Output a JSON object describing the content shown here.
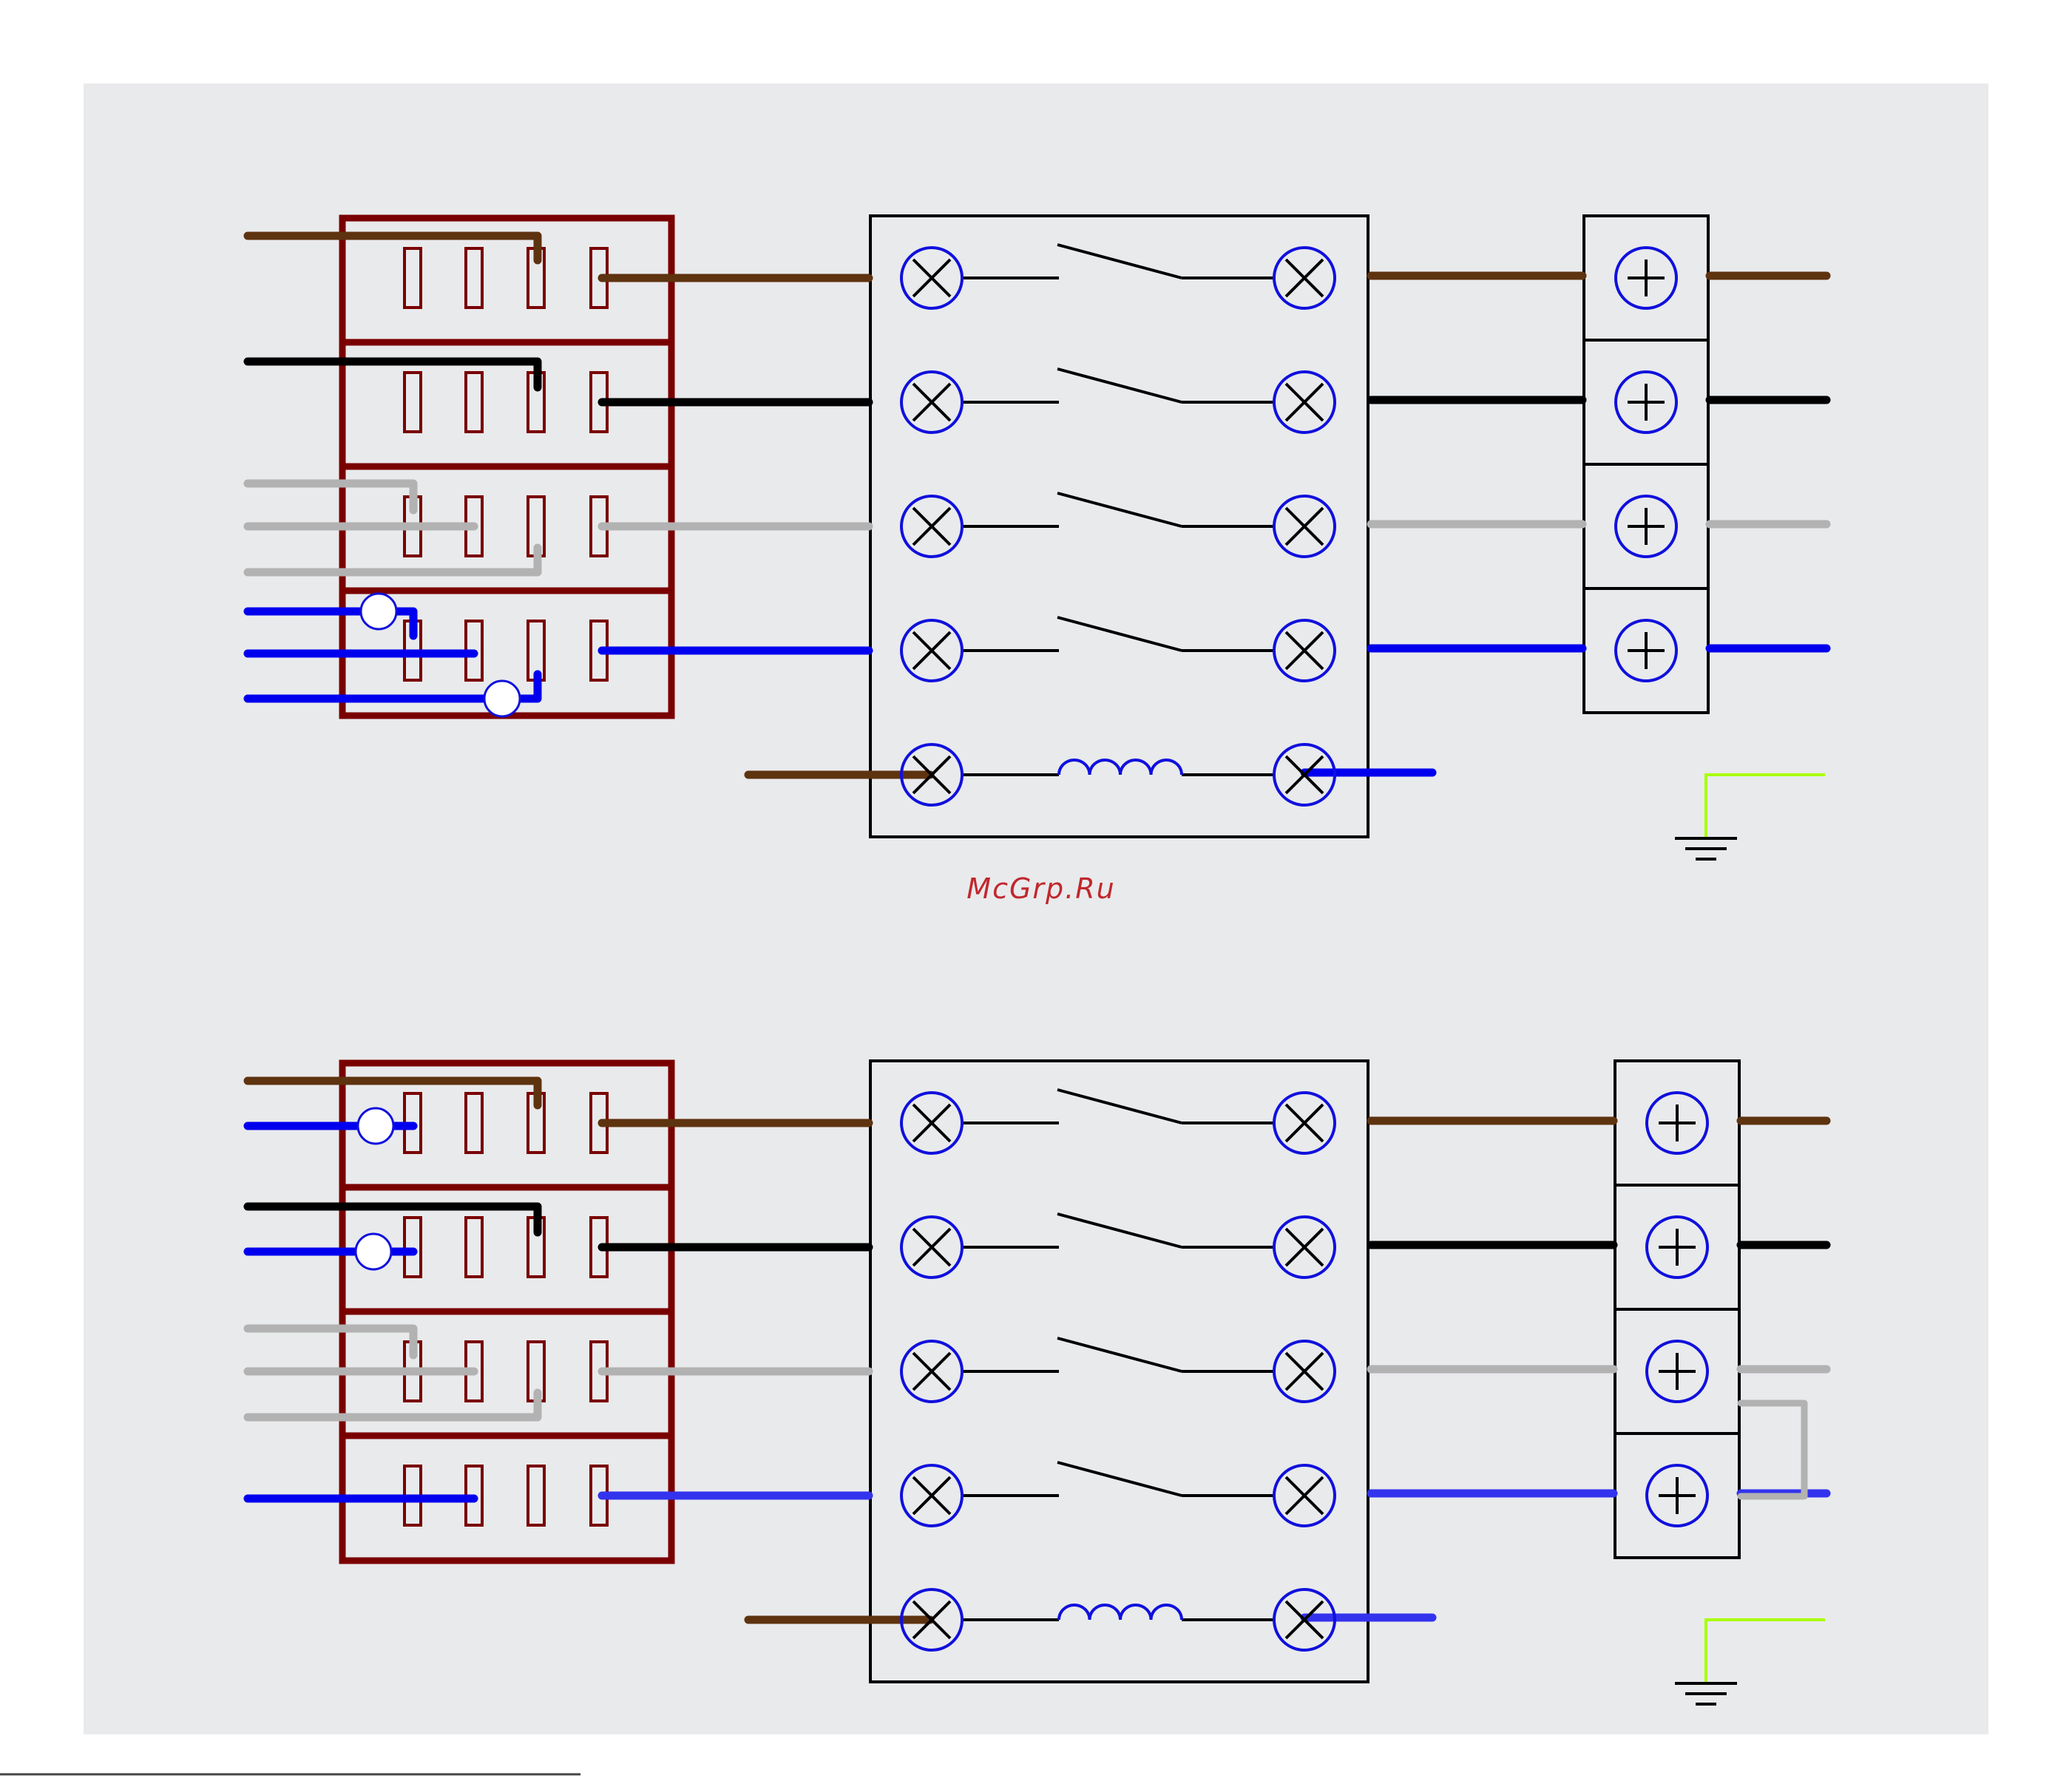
{
  "watermark": "McGrp.Ru",
  "colors": {
    "background": "#ffffff",
    "panel": "#e9eaec",
    "brown": "#5e330f",
    "black": "#000000",
    "grey": "#b2b2b2",
    "blue": "#0000ee",
    "blue_light": "#3333ee",
    "dark_red": "#7a0000",
    "terminal_blue": "#1010dd",
    "ground_green": "#aaff00",
    "watermark_red": "#c0282d"
  },
  "icons": {
    "contact_terminal": "circle-x-icon",
    "output_terminal": "circle-plus-icon",
    "coil": "coil-icon",
    "ground": "ground-icon",
    "junction": "junction-dot-icon"
  },
  "diagrams": [
    {
      "id": "top",
      "switch_poles": 4,
      "output_terminals": 4,
      "bridged_outputs": false
    },
    {
      "id": "bottom",
      "switch_poles": 4,
      "output_terminals": 4,
      "bridged_outputs": true
    }
  ]
}
